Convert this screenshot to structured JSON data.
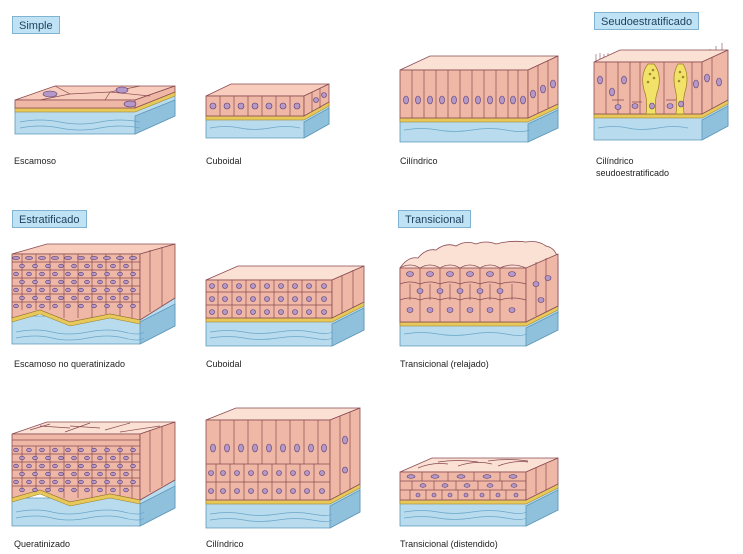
{
  "headers": {
    "simple": "Simple",
    "pseudo": "Seudoestratificado",
    "stratified": "Estratificado",
    "transitional": "Transicional"
  },
  "captions": {
    "squamous": "Escamoso",
    "cuboidal": "Cuboidal",
    "columnar": "Cilíndrico",
    "pseudo": "Cilíndrico\n seudoestratificado",
    "strat_nonkerat": "Escamoso no queratinizado",
    "strat_cuboidal": "Cuboidal",
    "trans_relaxed": "Transicional (relajado)",
    "keratinized": "Queratinizado",
    "strat_columnar": "Cilíndrico",
    "trans_distended": "Transicional (distendido)"
  }
}
